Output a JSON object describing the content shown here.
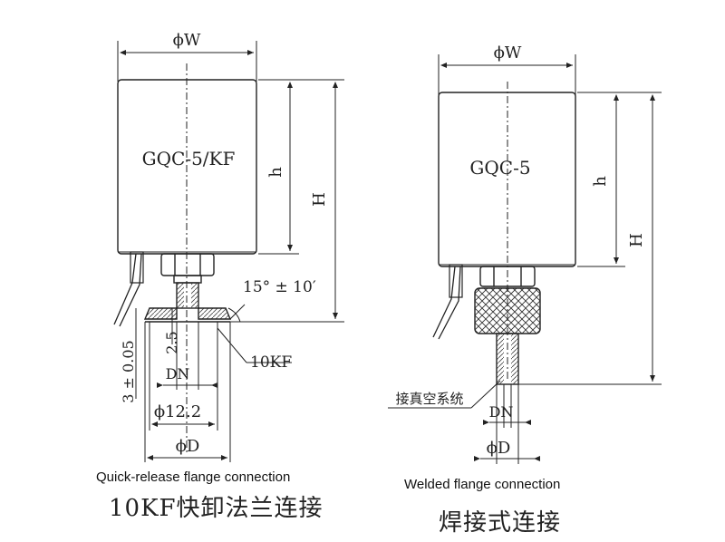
{
  "left_figure": {
    "model": "GQC-5/KF",
    "dim_width": "ϕW",
    "dim_h": "h",
    "dim_H": "H",
    "dim_angle": "15° ± 10′",
    "dim_3": "3 ± 0.05",
    "dim_2_5": "2.5",
    "dim_DN": "DN",
    "dim_phi12": "ϕ12.2",
    "dim_phiD": "ϕD",
    "flange_label": "10KF",
    "caption_en": "Quick-release flange connection",
    "caption_zh": "10KF快卸法兰连接"
  },
  "right_figure": {
    "model": "GQC-5",
    "dim_width": "ϕW",
    "dim_h": "h",
    "dim_H": "H",
    "dim_DN": "DN",
    "dim_phiD": "ϕD",
    "vacuum_label": "接真空系统",
    "caption_en": "Welded flange connection",
    "caption_zh": "焊接式连接"
  }
}
